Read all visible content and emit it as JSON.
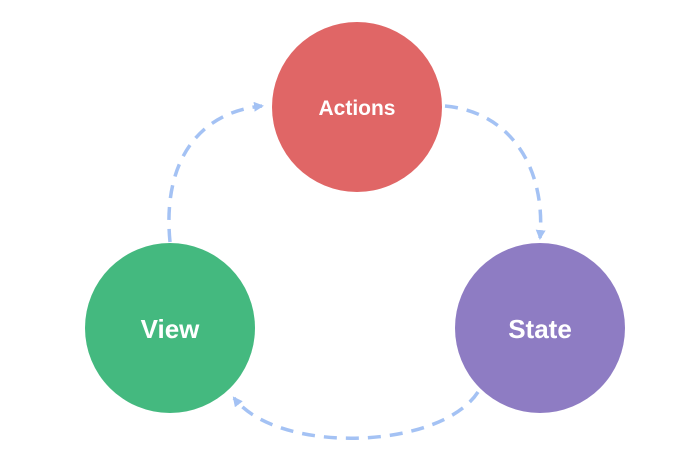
{
  "diagram": {
    "nodes": {
      "actions": {
        "label": "Actions",
        "color": "#e06666"
      },
      "state": {
        "label": "State",
        "color": "#8e7cc3"
      },
      "view": {
        "label": "View",
        "color": "#44b97f"
      }
    },
    "edges": [
      {
        "from": "view",
        "to": "actions"
      },
      {
        "from": "actions",
        "to": "state"
      },
      {
        "from": "state",
        "to": "view"
      }
    ],
    "arrow_color": "#a4c2f4"
  }
}
